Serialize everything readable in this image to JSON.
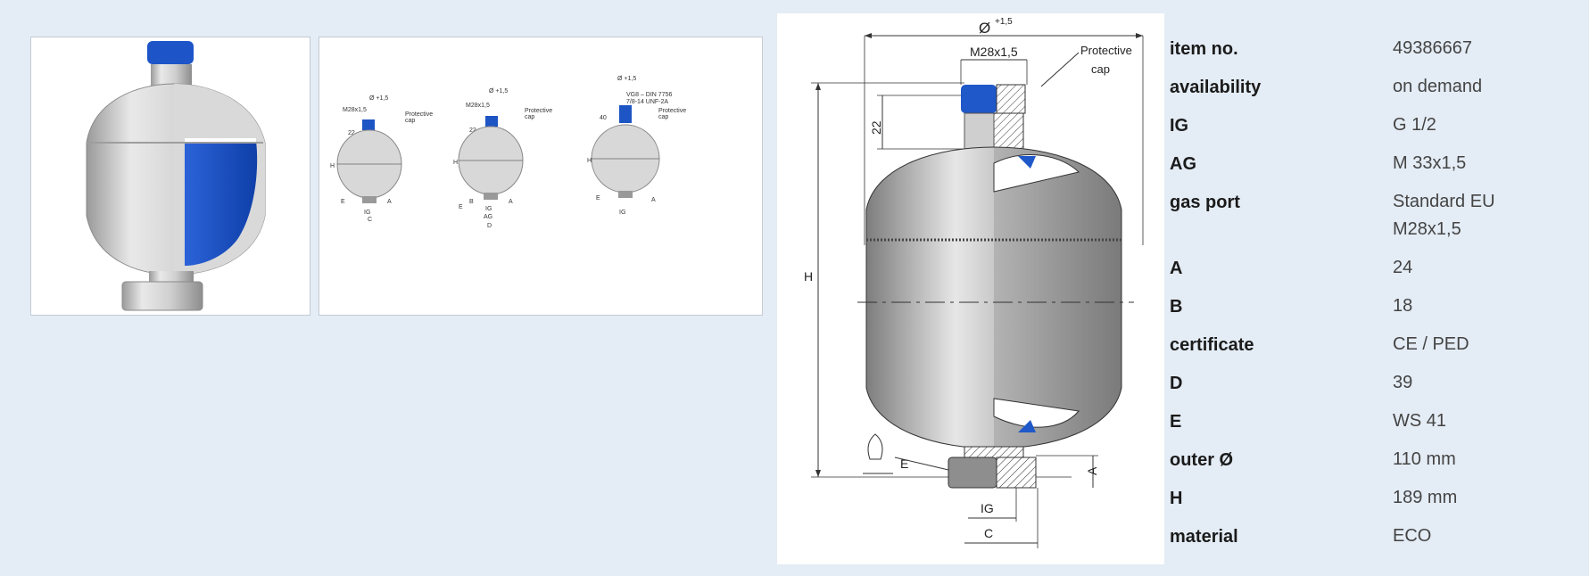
{
  "thumbnails": [
    {
      "name": "cutaway-render"
    },
    {
      "name": "drawing-variants",
      "variants": [
        {
          "top_label": "Ø +1,5",
          "port": "M28x1,5",
          "cap_label": [
            "Protective",
            "cap"
          ],
          "dim": "22",
          "h": "H",
          "e": "E",
          "a": "A",
          "ig": "IG",
          "c": "C"
        },
        {
          "top_label": "Ø +1,5",
          "port": "M28x1,5",
          "cap_label": [
            "Protective",
            "cap"
          ],
          "dim": "22",
          "h": "H",
          "e": "E",
          "b": "B",
          "a": "A",
          "ig": "IG",
          "ag": "AG",
          "d": "D"
        },
        {
          "top_label": "Ø +1,5",
          "port": "VG8 – DIN 7756",
          "port2": "7/8-14 UNF-2A",
          "cap_label": [
            "Protective",
            "cap"
          ],
          "dim": "40",
          "h": "H",
          "e": "E",
          "a": "A",
          "ig": "IG"
        }
      ]
    }
  ],
  "drawing": {
    "diameter": "Ø",
    "tolerance": "+1,5",
    "port": "M28x1,5",
    "cap_label_line1": "Protective",
    "cap_label_line2": "cap",
    "dim_22": "22",
    "h": "H",
    "e": "E",
    "a": "A",
    "ig": "IG",
    "c": "C"
  },
  "specs": [
    {
      "label": "item no.",
      "value": "49386667"
    },
    {
      "label": "availability",
      "value": "on demand"
    },
    {
      "label": "IG",
      "value": "G 1/2"
    },
    {
      "label": "AG",
      "value": "M 33x1,5"
    },
    {
      "label": "gas port",
      "value": "Standard EU",
      "value2": "M28x1,5"
    },
    {
      "label": "A",
      "value": "24"
    },
    {
      "label": "B",
      "value": "18"
    },
    {
      "label": "certificate",
      "value": "CE / PED"
    },
    {
      "label": "D",
      "value": "39"
    },
    {
      "label": "E",
      "value": "WS 41"
    },
    {
      "label": "outer Ø",
      "value": "110 mm"
    },
    {
      "label": "H",
      "value": "189 mm"
    },
    {
      "label": "material",
      "value": "ECO"
    }
  ],
  "colors": {
    "background": "#e4ecf5",
    "blue_bladder": "#1a56c8",
    "steel": "#c8c8c8"
  }
}
